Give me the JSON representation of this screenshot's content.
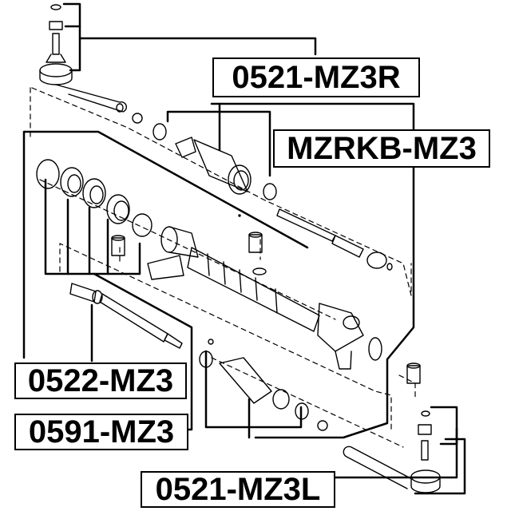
{
  "diagram": {
    "type": "exploded-parts-diagram",
    "subject": "steering rack assembly",
    "line_color": "#000000",
    "background_color": "#ffffff"
  },
  "labels": {
    "tie_rod_end_right": "0521-MZ3R",
    "rack_boot_kit": "MZRKB-MZ3",
    "inner_tie_rod": "0522-MZ3",
    "rack_bushing_kit": "0591-MZ3",
    "tie_rod_end_left": "0521-MZ3L"
  }
}
